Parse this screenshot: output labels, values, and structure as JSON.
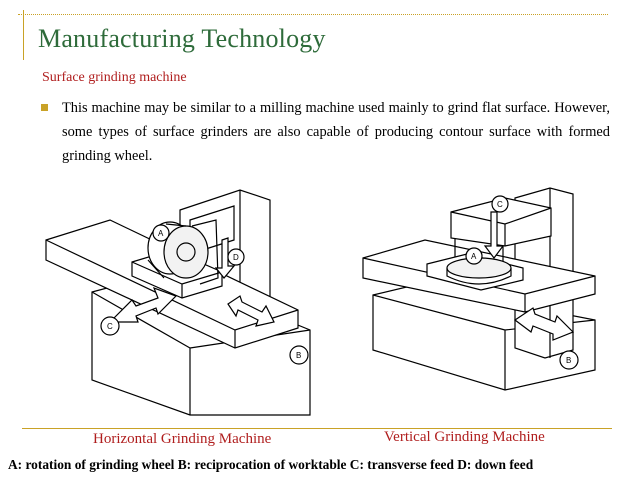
{
  "title": "Manufacturing Technology",
  "subtitle": "Surface grinding machine",
  "bullet": "This machine may be similar to a milling machine used mainly to grind flat surface. However, some types of surface grinders are also capable of producing contour surface with formed grinding wheel.",
  "figures": {
    "left_caption": "Horizontal Grinding Machine",
    "right_caption": "Vertical Grinding Machine",
    "labels": {
      "a": "A",
      "b": "B",
      "c": "C",
      "d": "D"
    }
  },
  "legend": "A: rotation of grinding wheel B: reciprocation of worktable C: transverse feed D: down feed",
  "colors": {
    "title": "#2e6b3a",
    "accent_red": "#b01e1e",
    "rule": "#c9a227"
  },
  "icons": {
    "bullet": "square-bullet-icon"
  }
}
